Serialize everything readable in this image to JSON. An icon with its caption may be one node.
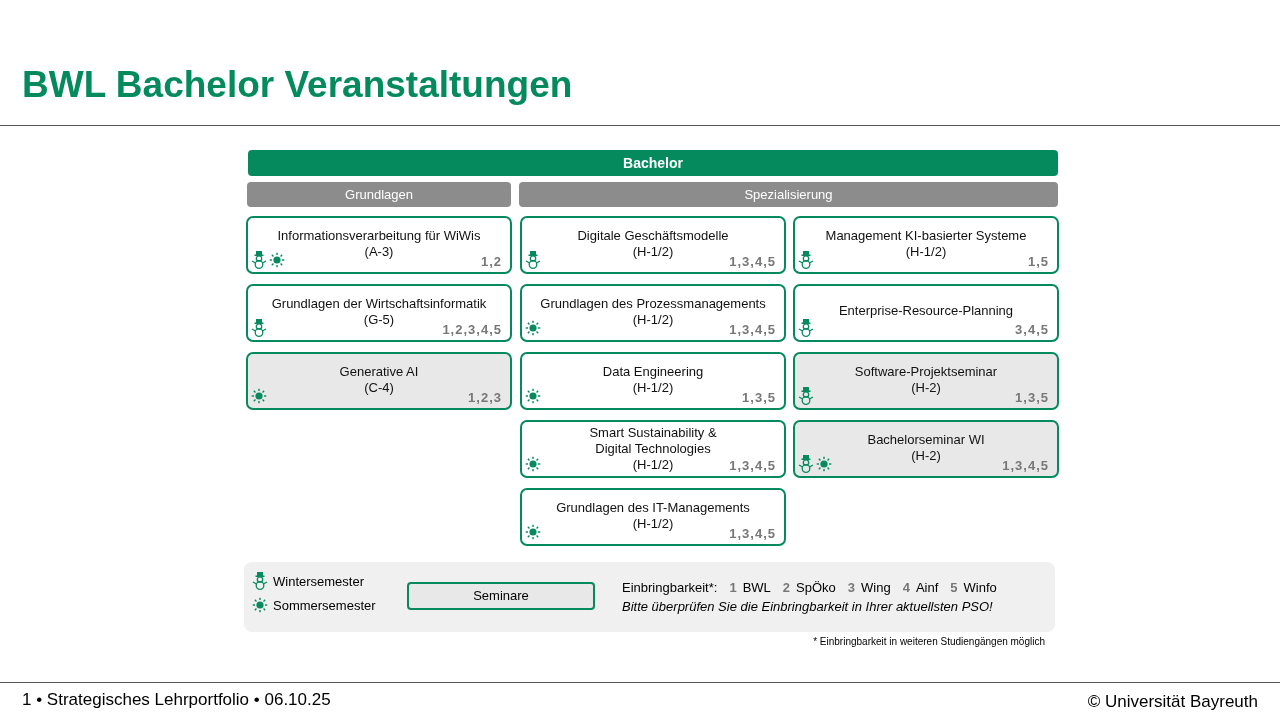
{
  "diagram": {
    "title": "BWL Bachelor Veranstaltungen",
    "nodes": [
      {
        "text": [
          "Bachelor"
        ]
      },
      {
        "text": [
          "Grundlagen"
        ]
      },
      {
        "text": [
          "Spezialisierung"
        ]
      },
      {
        "text": [
          "Informationsverarbeitung für WiWis",
          "(A-3)",
          "1,2"
        ]
      },
      {
        "text": [
          "Digitale Geschäftsmodelle",
          "(H-1/2)",
          "1,3,4,5"
        ]
      },
      {
        "text": [
          "Management KI-basierter Systeme",
          "(H-1/2)",
          "1,5"
        ]
      },
      {
        "text": [
          "Grundlagen der Wirtschaftsinformatik",
          "(G-5)",
          "1,2,3,4,5"
        ]
      },
      {
        "text": [
          "Grundlagen des Prozessmanagements",
          "(H-1/2)",
          "1,3,4,5"
        ]
      },
      {
        "text": [
          "Enterprise-Resource-Planning",
          "3,4,5"
        ]
      },
      {
        "text": [
          "Generative AI",
          "(C-4)",
          "1,2,3"
        ]
      },
      {
        "text": [
          "Data Engineering",
          "(H-1/2)",
          "1,3,5"
        ]
      },
      {
        "text": [
          "Software-Projektseminar",
          "(H-2)",
          "1,3,5"
        ]
      },
      {
        "text": [
          "Smart Sustainability & Digital Technologies",
          "(H-1/2)",
          "1,3,4,5"
        ]
      },
      {
        "text": [
          "Bachelorseminar WI",
          "(H-2)",
          "1,3,4,5"
        ]
      },
      {
        "text": [
          "Grundlagen des IT-Managements",
          "(H-1/2)",
          "1,3,4,5"
        ]
      }
    ],
    "labels": [
      "Einbringbarkeit*:",
      "1",
      "BWL",
      "2",
      "SpÖko",
      "3",
      "Wing",
      "4",
      "Ainf",
      "5",
      "Winfo",
      "Bitte überprüfen Sie die Einbringbarkeit in Ihrer aktuellsten PSO!",
      "* Einbringbarkeit in weiteren Studiengängen möglich",
      "1 • Strategisches Lehrportfolio • 06.10.25",
      "© Universität Bayreuth"
    ],
    "legend": [
      {
        "text": "Wintersemester"
      },
      {
        "text": "Sommersemester"
      },
      {
        "text": "Seminare",
        "color": "#e8e8e8"
      }
    ]
  }
}
